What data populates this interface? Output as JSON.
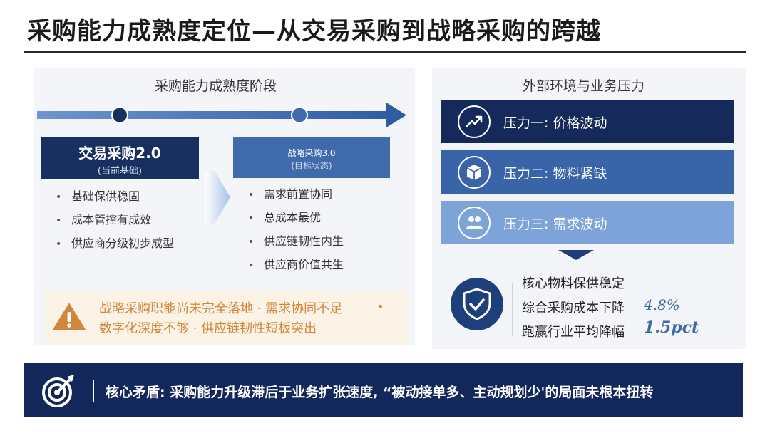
{
  "title": "采购能力成熟度定位—从交易采购到战略采购的跨越",
  "left": {
    "heading": "采购能力成熟度阶段",
    "stage1": {
      "title": "交易采购2.0",
      "subtitle": "(当前基础)",
      "bullets": [
        "基础保供稳固",
        "成本管控有成效",
        "供应商分级初步成型"
      ]
    },
    "stage2": {
      "title": "战略采购3.0",
      "subtitle": "(目标状态)",
      "bullets": [
        "需求前置协同",
        "总成本最优",
        "供应链韧性内生",
        "供应商价值共生"
      ]
    },
    "warning": {
      "line1": "战略采购职能尚未完全落地 · 需求协同不足",
      "line2": "数字化深度不够 · 供应链韧性短板突出",
      "trailing_dot": "•",
      "icon": "warning-triangle-icon",
      "color": "#d3863a"
    }
  },
  "right": {
    "heading": "外部环境与业务压力",
    "pressures": [
      {
        "label": "压力一: 价格波动",
        "icon": "trend-up-icon",
        "color": "#15295a"
      },
      {
        "label": "压力二: 物料紧缺",
        "icon": "box-icon",
        "color": "#3a64a8"
      },
      {
        "label": "压力三: 需求波动",
        "icon": "users-icon",
        "color": "#7ea3d8"
      }
    ],
    "results": {
      "line1": "核心物料保供稳定",
      "line2": "综合采购成本下降",
      "line2_value": "4.8%",
      "line3": "跑赢行业平均降幅",
      "line3_value": "1.5pct",
      "icon": "shield-check-icon"
    }
  },
  "bottom": {
    "text": "核心矛盾: 采购能力升级滞后于业务扩张速度, “被动接单多、主动规划少'的局面未根本扭转",
    "icon": "target-icon"
  },
  "colors": {
    "navy": "#13285a",
    "mid_blue": "#3a64a8",
    "light_blue": "#7ea3d8",
    "accent_value": "#3f68a8"
  }
}
